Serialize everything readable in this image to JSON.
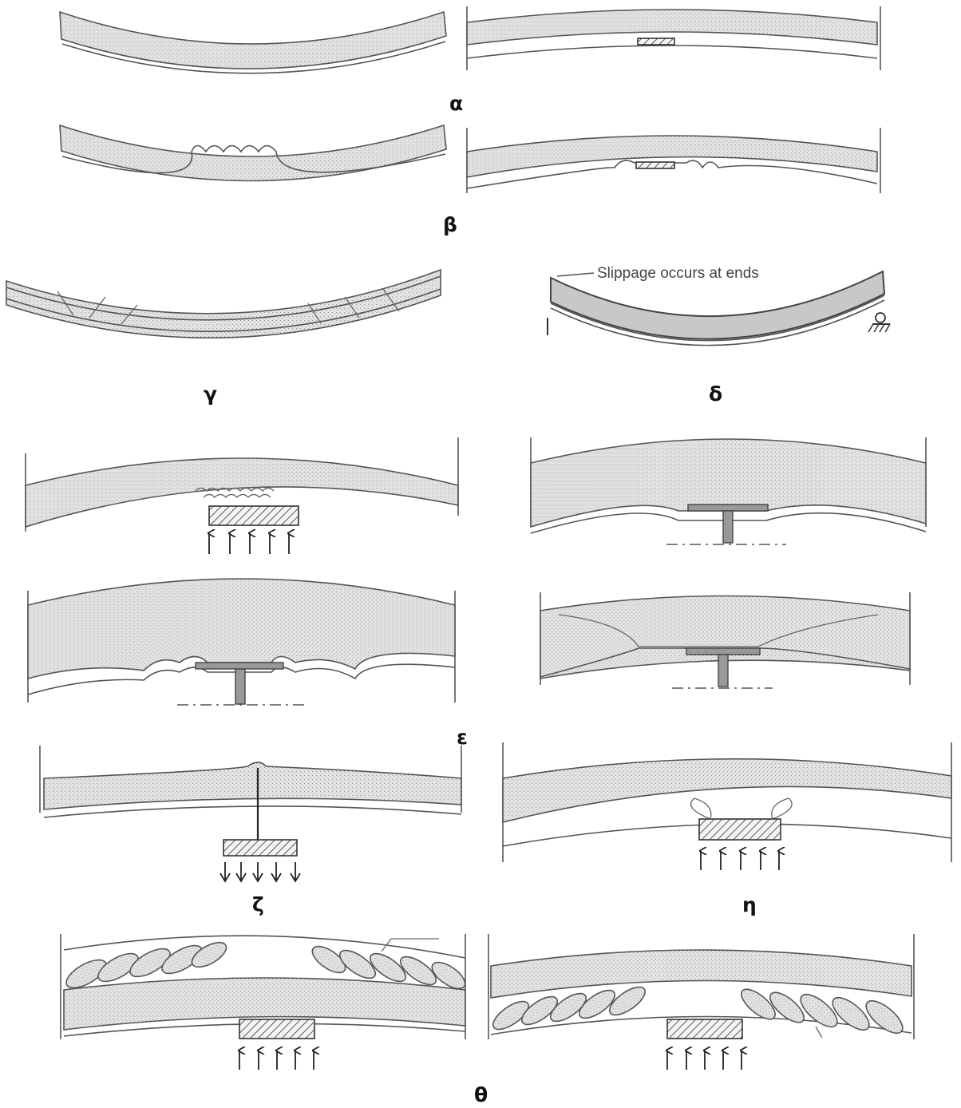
{
  "labels": {
    "alpha": "α",
    "beta": "β",
    "gamma": "γ",
    "delta": "δ",
    "epsilon": "ε",
    "zeta": "ζ",
    "eta": "η",
    "theta": "θ"
  },
  "annotations": {
    "slippage": "Slippage occurs at ends"
  },
  "colors": {
    "core_fill": "#d9d9d9",
    "line": "#555555",
    "delta_core": "#c8c8c8",
    "text": "#111111"
  }
}
